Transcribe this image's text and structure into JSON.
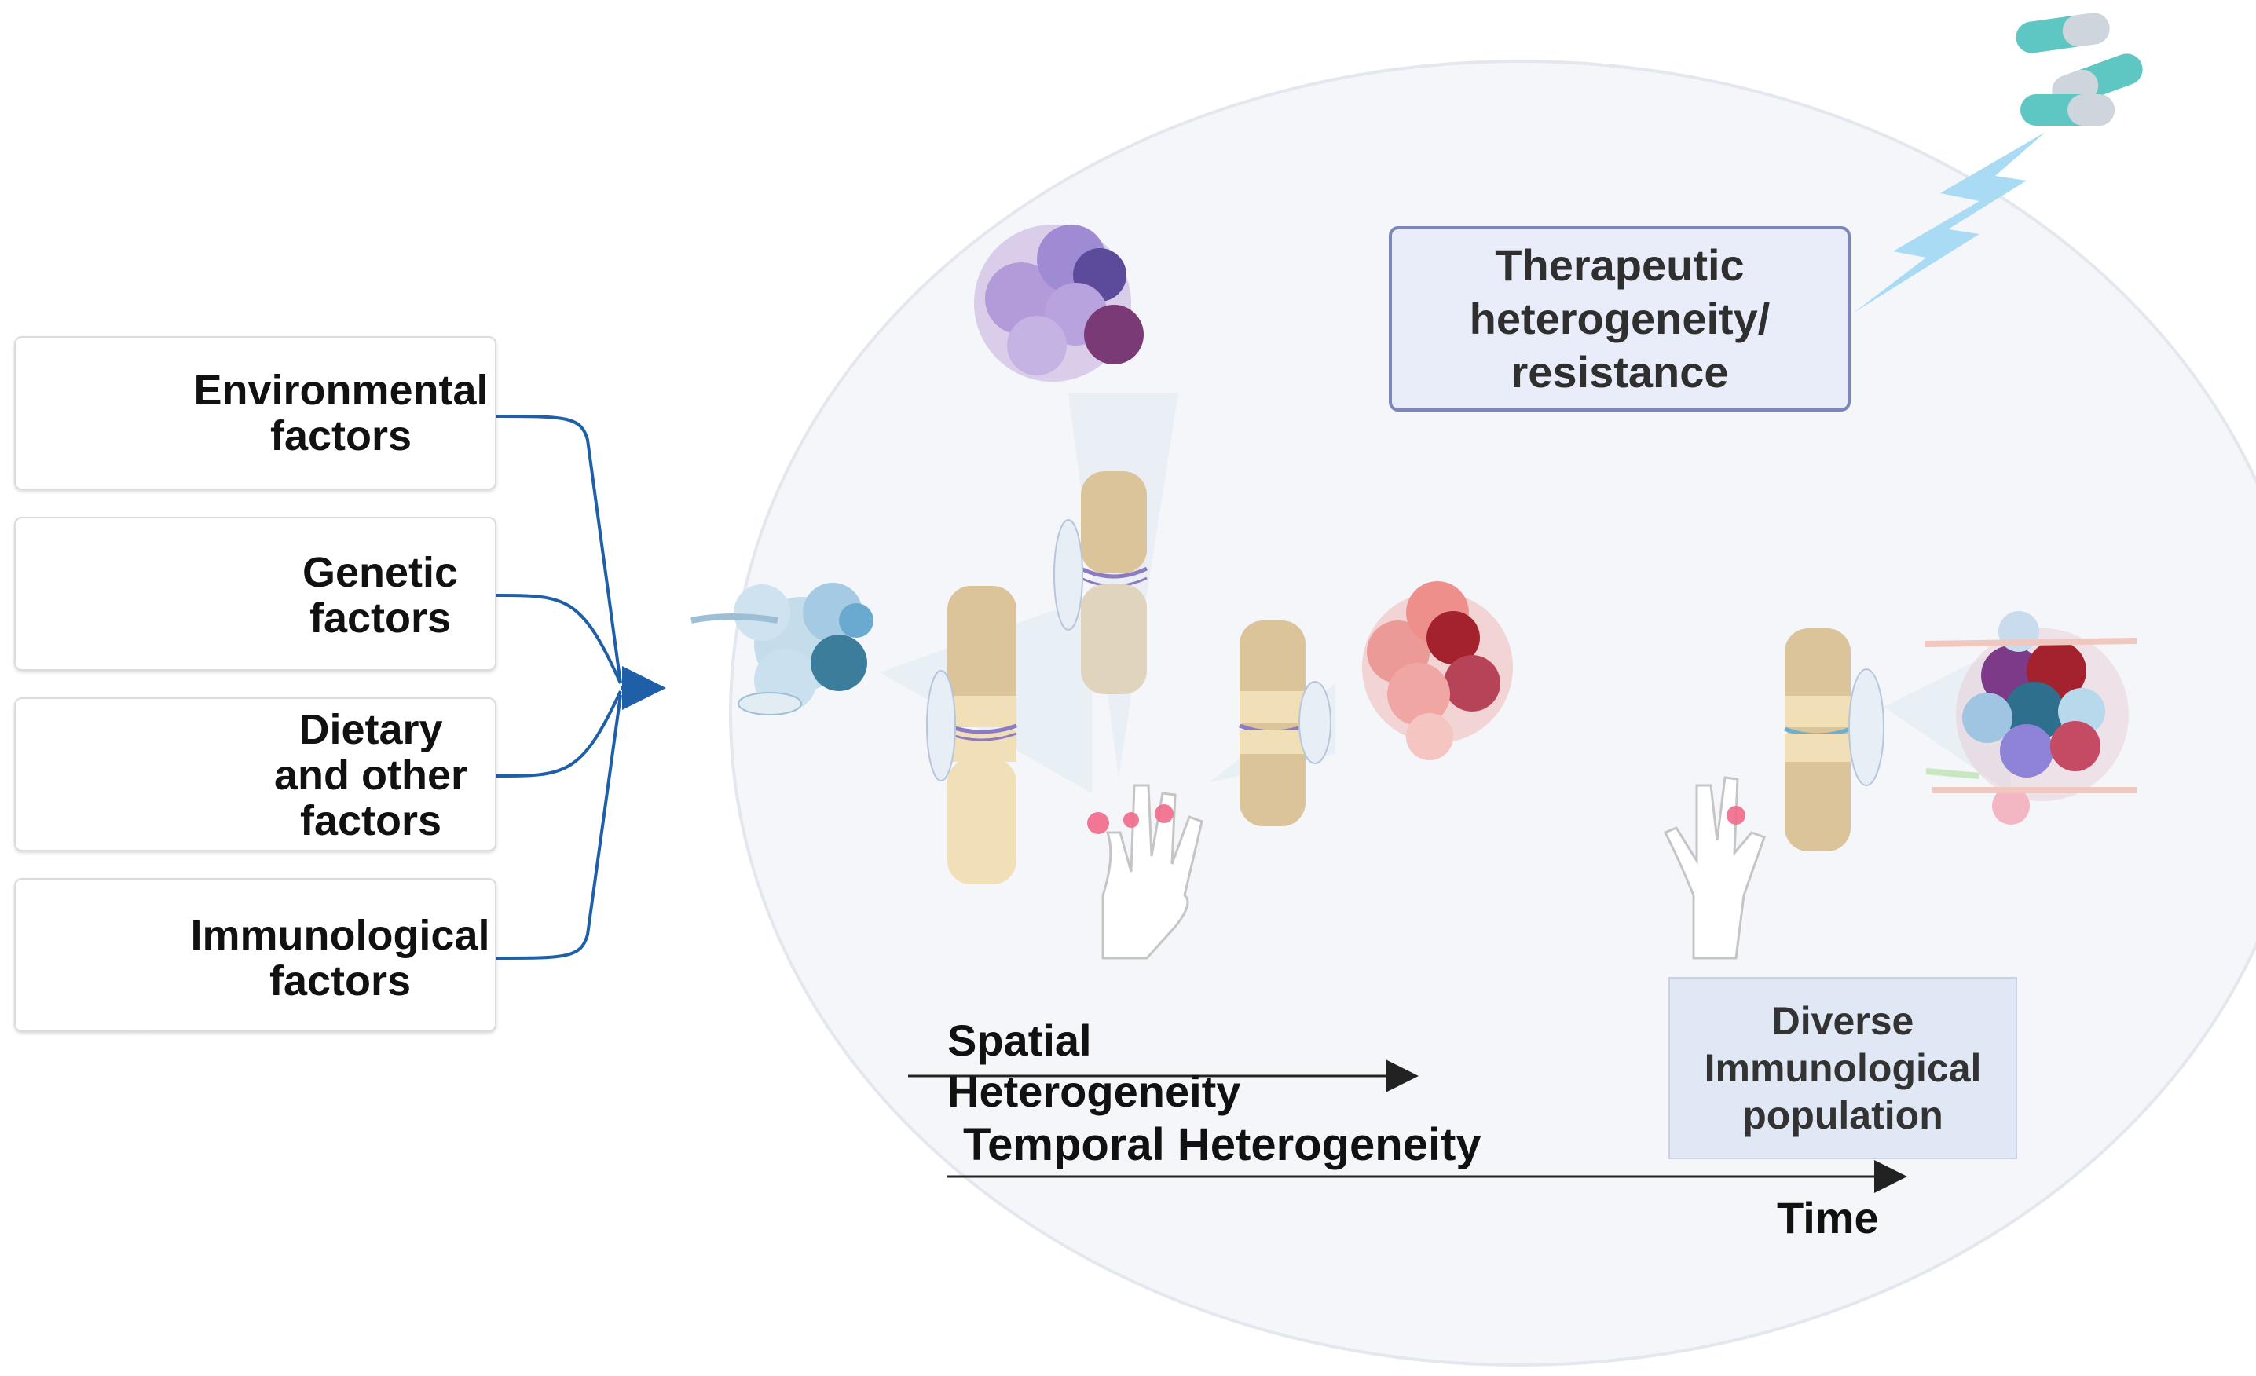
{
  "factors": [
    {
      "id": "environmental",
      "lines": [
        "Environmental",
        "factors"
      ]
    },
    {
      "id": "genetic",
      "lines": [
        "Genetic",
        "factors"
      ]
    },
    {
      "id": "dietary",
      "lines": [
        "Dietary",
        "and other",
        "factors"
      ]
    },
    {
      "id": "immunological",
      "lines": [
        "Immunological",
        "factors"
      ]
    }
  ],
  "therapeutic": {
    "lines": [
      "Therapeutic",
      "heterogeneity/",
      "resistance"
    ]
  },
  "diverse": {
    "lines": [
      "Diverse",
      "Immunological",
      "population"
    ]
  },
  "spatial_label": "Spatial Heterogeneity",
  "temporal_label": "Temporal Heterogeneity",
  "time_label": "Time",
  "colors": {
    "connector": "#1f5fa8",
    "ellipse_fill": "#f4f6fa",
    "ellipse_stroke": "#e3e7ee",
    "therapeutic_box_fill": "#e8edf9",
    "therapeutic_box_stroke": "#7d86b8",
    "diverse_box_fill": "#e1e8f5",
    "bolt": "#9fd6f2",
    "bone": "#dcc49a",
    "cartilage": "#f1dfb8",
    "joint_line": "#8c7bc0"
  },
  "icons": [
    "cigarette-icon",
    "brain-lightning-icon",
    "manhattan-plot-icon",
    "person-icon",
    "pizza-icon",
    "virus-icon",
    "immune-cells-icon",
    "pill-capsule-icon",
    "lightning-bolt-icon",
    "cell-cluster-icon",
    "joint-icon",
    "hand-icon"
  ]
}
